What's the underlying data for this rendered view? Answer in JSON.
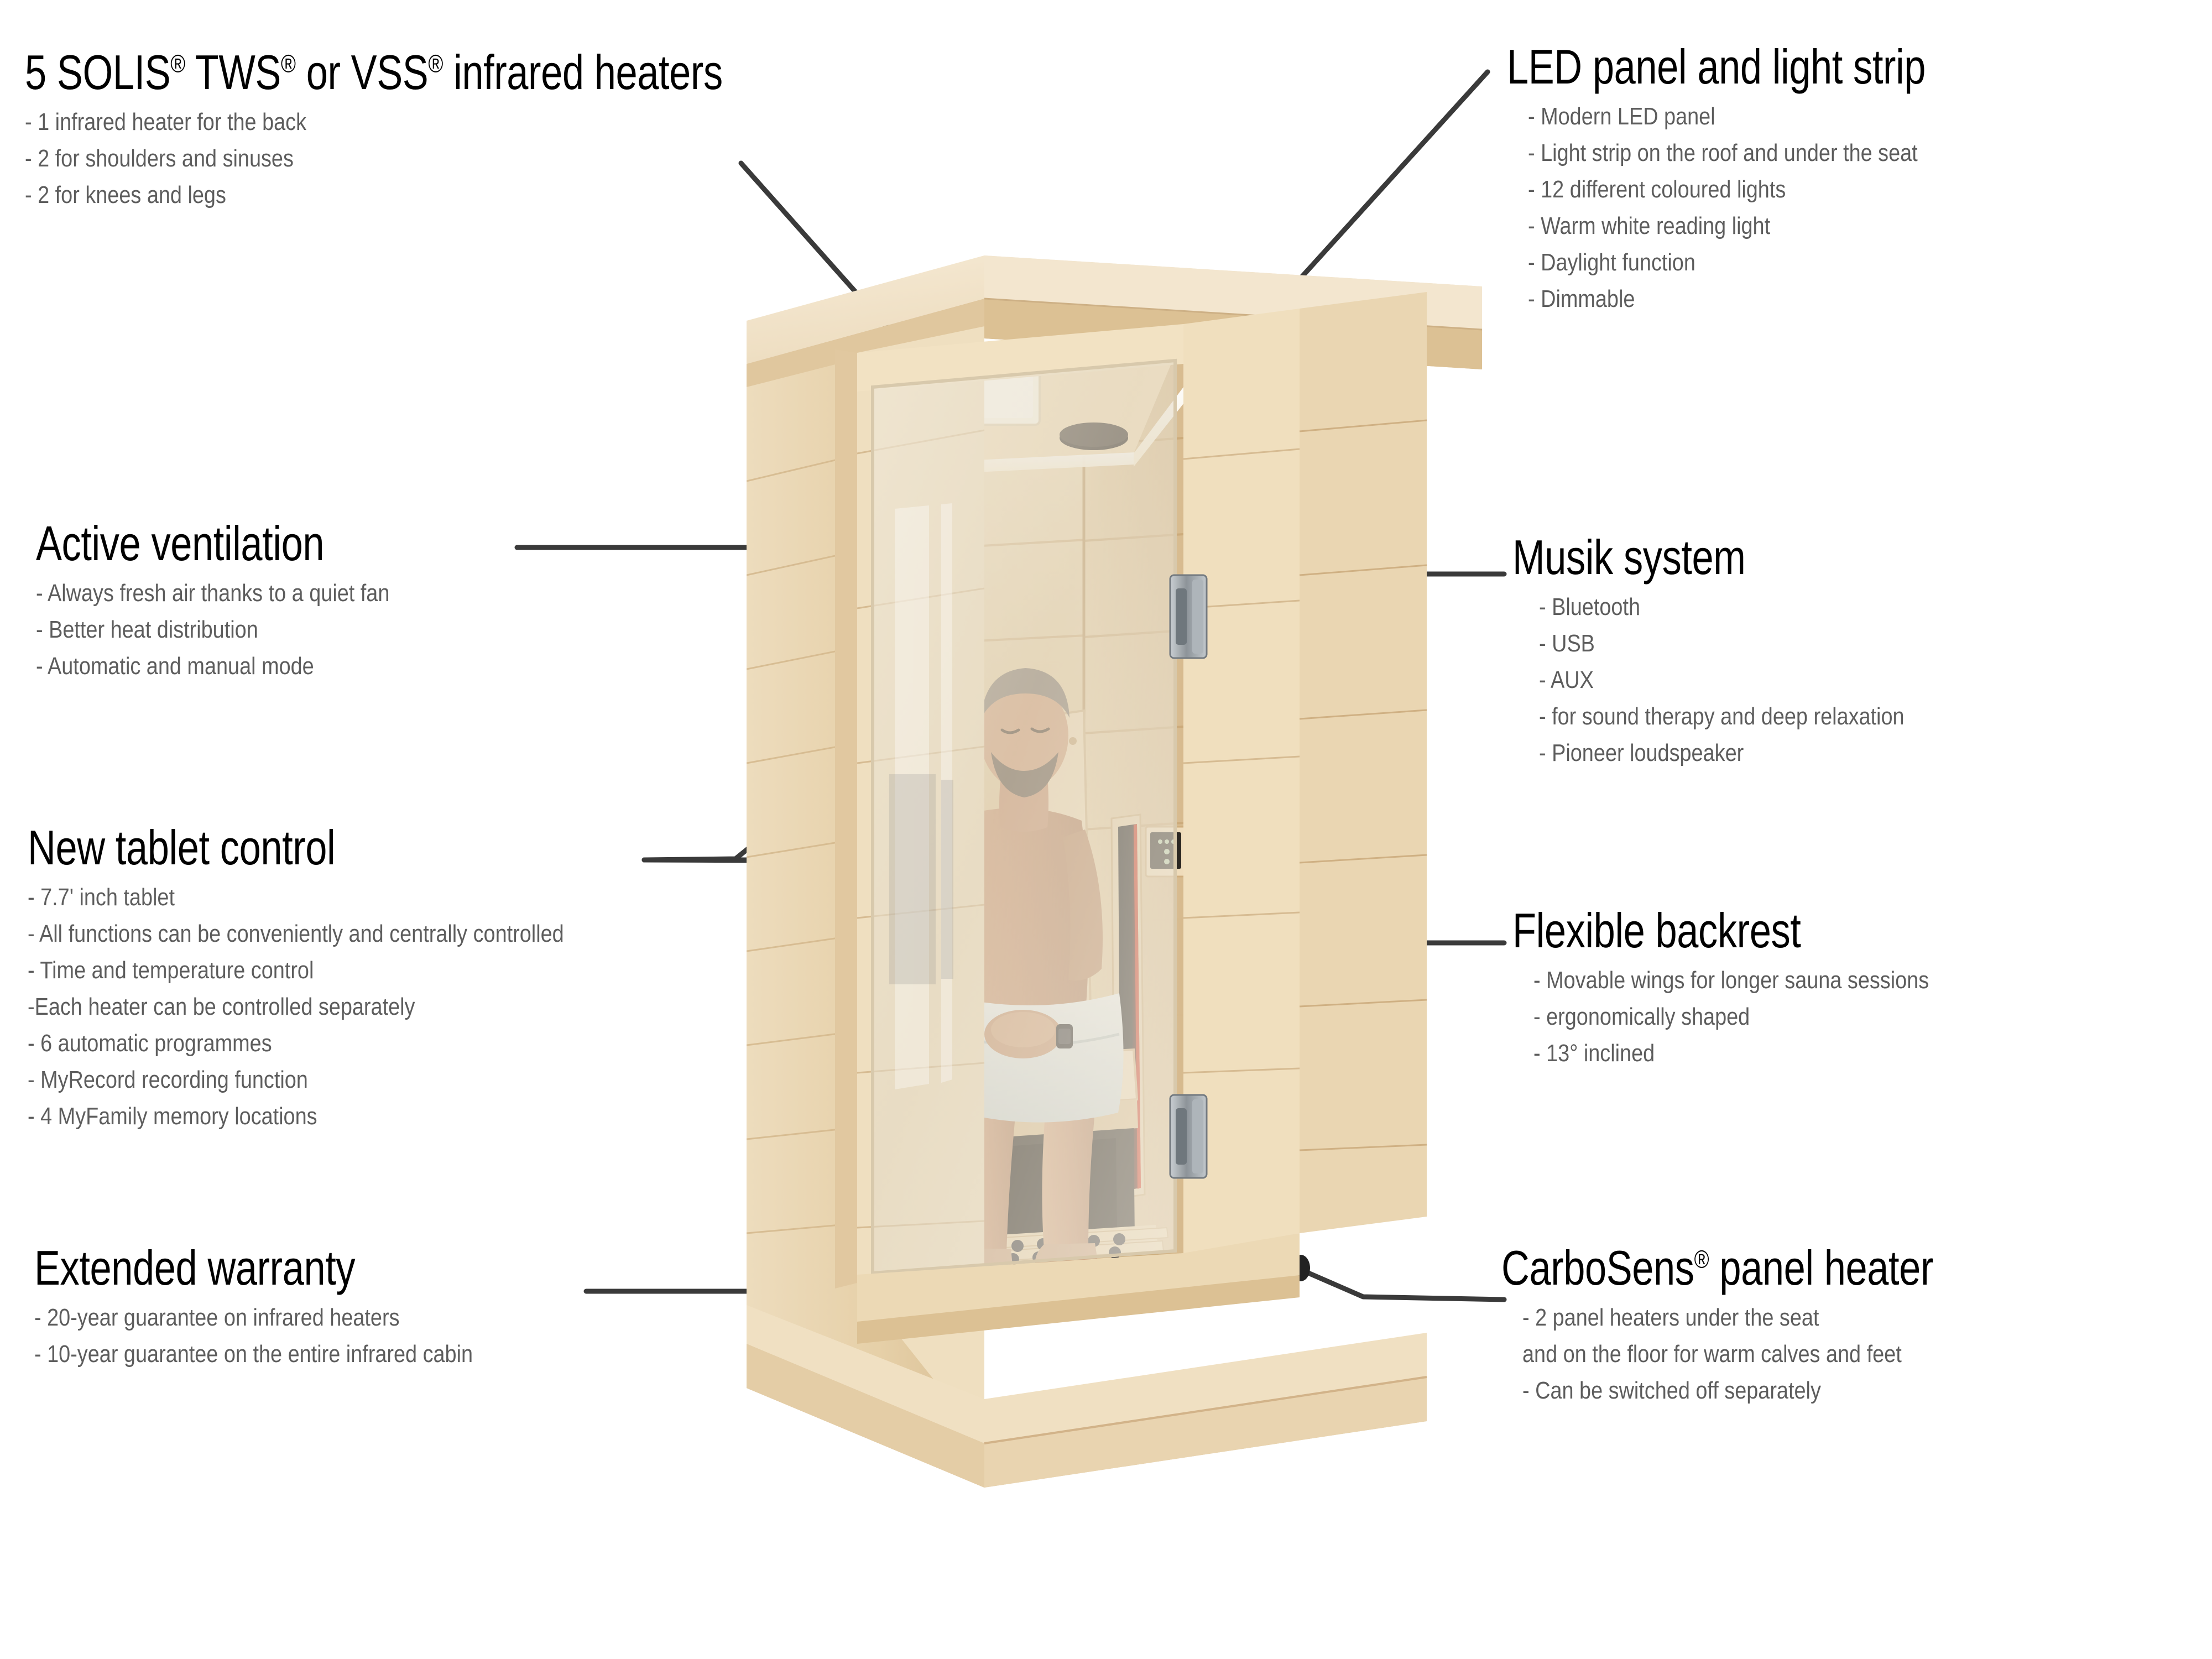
{
  "title": "Infrared sauna cabin feature diagram",
  "colors": {
    "heading": "#000000",
    "body_text": "#5d5d5d",
    "leader_line": "#3a3a3a",
    "background": "#ffffff",
    "wood_light": "#f0e0c4",
    "wood_mid": "#e3cda4",
    "wood_dark": "#cdb184",
    "wood_shadow": "#b89a6e",
    "glass": "#e9e2d2",
    "heater_panel": "#1c1c1c",
    "heater_glow": "#c42a1c",
    "towel": "#dfe6e8",
    "skin": "#c99878",
    "metal": "#9aa0a4",
    "led_white": "#fbfbf4"
  },
  "callouts": [
    {
      "id": "heaters",
      "side": "left",
      "heading": "5 SOLIS® TWS® or VSS® infrared heaters",
      "heading_parts": [
        "5 SOLIS",
        "®",
        " TWS",
        "®",
        " or VSS",
        "®",
        " infrared heaters"
      ],
      "items": [
        "- 1 infrared heater for the back",
        "- 2 for shoulders and sinuses",
        "- 2 for knees and legs"
      ]
    },
    {
      "id": "ventilation",
      "side": "left",
      "heading": "Active ventilation",
      "items": [
        "- Always fresh air thanks to a quiet fan",
        "- Better heat distribution",
        "- Automatic and manual mode"
      ]
    },
    {
      "id": "tablet",
      "side": "left",
      "heading": "New tablet control",
      "items": [
        "- 7.7' inch tablet",
        "- All functions can be conveniently and centrally controlled",
        "- Time and temperature control",
        "-Each heater can be controlled separately",
        "- 6 automatic programmes",
        "- MyRecord recording function",
        "- 4 MyFamily memory locations"
      ]
    },
    {
      "id": "warranty",
      "side": "left",
      "heading": "Extended warranty",
      "items": [
        "- 20-year guarantee on infrared heaters",
        "- 10-year guarantee on the entire infrared cabin"
      ]
    },
    {
      "id": "led",
      "side": "right",
      "heading": "LED panel and light strip",
      "items": [
        "- Modern LED panel",
        "-  Light strip on the roof and under the seat",
        "- 12 different coloured lights",
        "- Warm white reading light",
        "- Daylight function",
        "- Dimmable"
      ]
    },
    {
      "id": "music",
      "side": "right",
      "heading": "Musik system",
      "items": [
        "- Bluetooth",
        "- USB",
        "- AUX",
        "- for sound therapy and deep relaxation",
        "- Pioneer loudspeaker"
      ]
    },
    {
      "id": "backrest",
      "side": "right",
      "heading": "Flexible backrest",
      "items": [
        "- Movable wings for longer sauna sessions",
        "- ergonomically shaped",
        "- 13° inclined"
      ]
    },
    {
      "id": "carbosens",
      "side": "right",
      "heading": "CarboSens® panel heater",
      "heading_parts": [
        "CarboSens",
        "®",
        " panel heater"
      ],
      "items": [
        "- 2 panel heaters under the seat",
        "  and on the floor for warm calves and feet",
        "- Can be switched off separately"
      ]
    }
  ],
  "product": {
    "name": "infrared-sauna-cabin",
    "parts": [
      "roof-cap",
      "side-wall",
      "glass-door",
      "door-frame",
      "led-ceiling-panel",
      "ceiling-speaker",
      "light-strip",
      "backrest",
      "infrared-heater-panel",
      "control-panel",
      "bench-seat",
      "foot-roller-mat",
      "base-plinth",
      "door-hinge-upper",
      "door-hinge-lower",
      "seated-person"
    ]
  }
}
